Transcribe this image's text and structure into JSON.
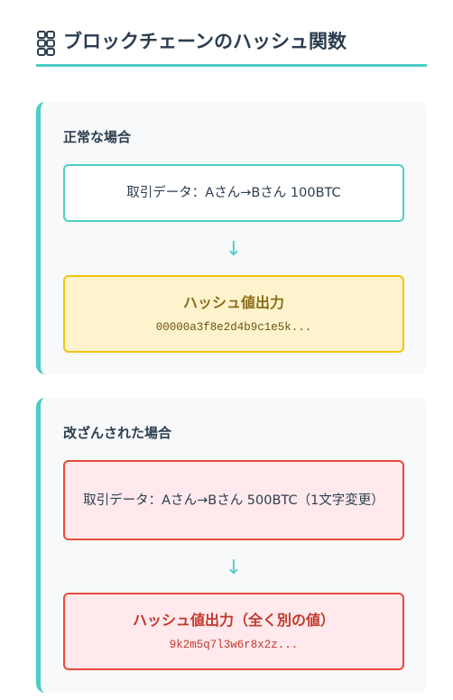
{
  "header": {
    "title": "ブロックチェーンのハッシュ関数",
    "icon": "chain-link-icon"
  },
  "panels": {
    "normal": {
      "title": "正常な場合",
      "data_text": "取引データ：Aさん→Bさん 100BTC",
      "arrow": "↓",
      "hash_label": "ハッシュ値出力",
      "hash_value": "00000a3f8e2d4b9c1e5k..."
    },
    "tampered": {
      "title": "改ざんされた場合",
      "data_text": "取引データ：Aさん→Bさん 500BTC（1文字変更）",
      "arrow": "↓",
      "hash_label": "ハッシュ値出力（全く別の値）",
      "hash_value": "9k2m5q7l3w6r8x2z..."
    }
  },
  "colors": {
    "accent": "#4ecdc4",
    "normal_hash_border": "#f1c40f",
    "normal_hash_bg": "#fff3cd",
    "tampered_border": "#e74c3c",
    "tampered_bg": "#ffe9ec",
    "text": "#2c3e50"
  }
}
